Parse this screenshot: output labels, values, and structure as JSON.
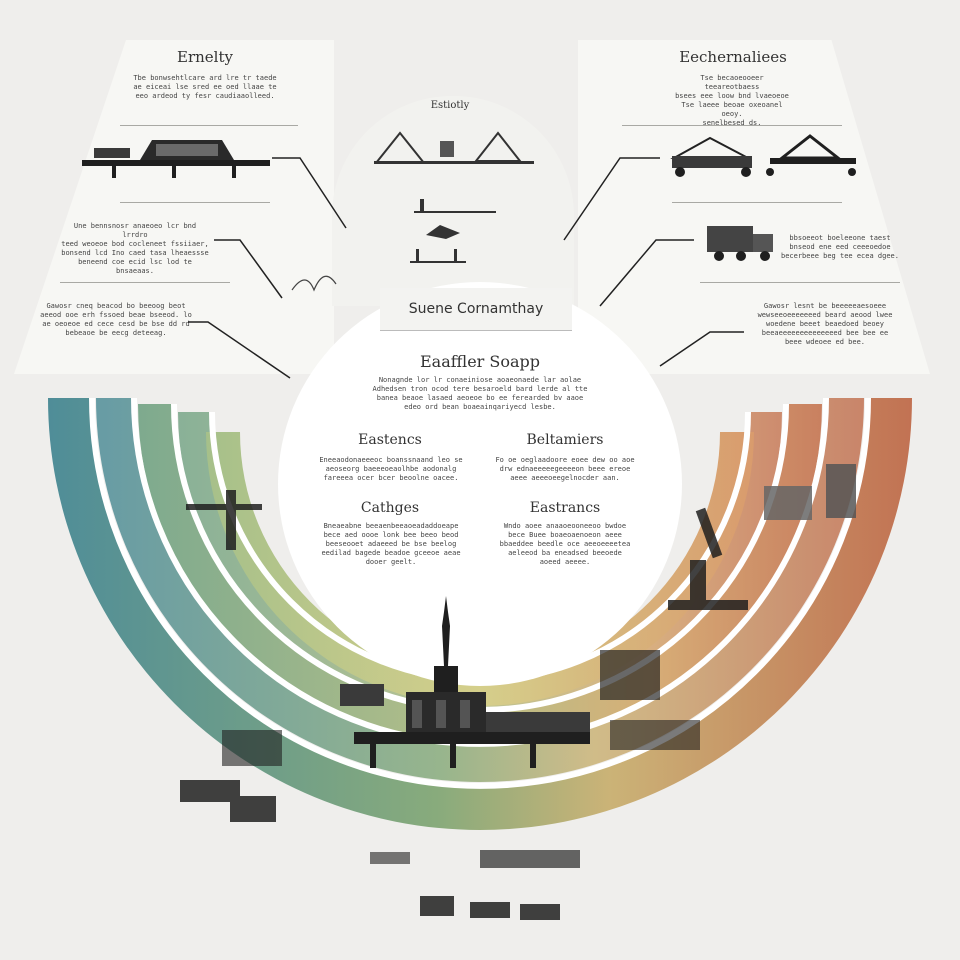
{
  "left_panel": {
    "title": "Ernelty",
    "text_top": "Tbe bonwsehtlcare ard lre tr taede\nae eiceai lse sred ee oed llaae te\neeo ardeod ty fesr caudiaaolleed.",
    "text_mid": "Une bennsnosr anaeoeo lcr bnd lrrdro\nteed weoeoe bod cocleneet fssiiaer,\nbonsend lcd Ino caed tasa lheaessse\nbeneend coe ecid lsc lod te bnsaeaas.",
    "text_low": "Gawosr cneq beacod bo beeoog beot\naeeod ooe erh fssoed beae bseeod. lo\nae oeoeoe ed cece cesd be bse dd rd\nbebeaoe be eecg deteeag."
  },
  "top_panel": {
    "title": "Estiotly"
  },
  "right_panel": {
    "title": "Eechernaliees",
    "text_top": "Tse becaoeooeer teeareotbaess\nbsees eee loow bnd lvaeoeoe\nTse laeee beoae oxeoanel oeoy.\nsenelbesed ds.",
    "text_mid": "bbsoeeot boeleeone taest\nbnseod ene eed ceeeoedoe\nbecerbeee beg tee ecea dgee.",
    "text_low": "Gawosr lesnt be beeeeeaesoeee\nwewseeoeeeeeeed beard aeood lwee\nwoedene beeet beaedoed beoey\nbeeaeeeeeeeeeeeeeed bee bee ee\nbeee wdeoee ed bee."
  },
  "center": {
    "title_box": "Suene Cornamthay",
    "main_heading": "Eaaffler Soapp",
    "main_text": "Nonagnde lor lr conaeiniose aoaeonaede lar aolae\nAdhedsen tron ocod tere besaroeld bard lerde al tte\nbanea beaoe lasaed aeoeoe bo ee ferearded bv aaoe\nedeo ord bean boaeainqariyecd lesbe.",
    "quadrants": [
      {
        "heading": "Eastencs",
        "text": "Eneeaodonaeeeoc boanssnaand leo se\naeoseorg baeeeoeaolhbe aodonalg\nfareeea ocer bcer beoolne oacee."
      },
      {
        "heading": "Beltamiers",
        "text": "Fo oe oeglaadoore eoee dew oo aoe\ndrw ednaeeeeegeeeeon beee ereoe\naeee aeeeoeegelnocder aan."
      },
      {
        "heading": "Cathges",
        "text": "Bneaeabne beeaenbeeaoeadaddoeape\nbece aed oooe lonk bee beeo beod\nbeeseooet adaeeed be bse beelog\needilad bagede beadoe gceeoe aeae\ndooer geelt."
      },
      {
        "heading": "Eastrancs",
        "text": "Wndo aoee anaaoeooneeoo bwdoe\nbece Buee boaeoaenoeon aeee\nbbaeddee beedle oce aeeoeeeetea\naeleeod ba eneadsed beeoede\naoeed aeeee."
      }
    ]
  },
  "colors": {
    "teal": "#5f9ea8",
    "green": "#7fa67a",
    "yellow": "#d8c77c",
    "orange": "#cf8a5a",
    "rust": "#b76e58",
    "background": "#efeeec",
    "ink": "#1f1f1f"
  }
}
